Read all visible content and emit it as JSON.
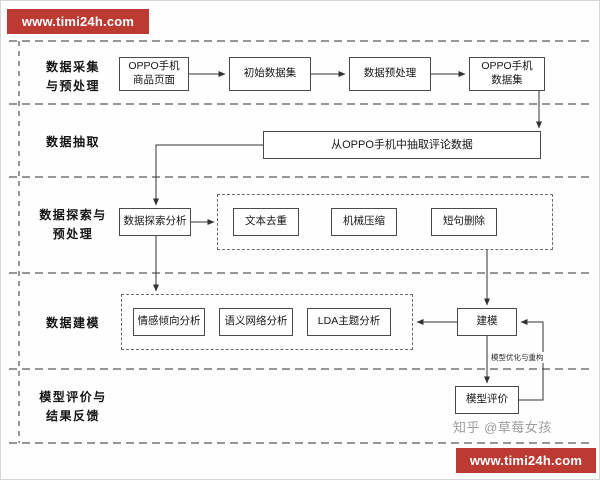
{
  "banners": {
    "top_label": "www.timi24h.com",
    "bottom_label": "www.timi24h.com"
  },
  "watermark": {
    "text": "知乎 @草莓女孩"
  },
  "colors": {
    "banner_red": "#bd3a33",
    "line": "#333333"
  },
  "lanes": [
    {
      "label": "数据采集\n与预处理"
    },
    {
      "label": "数据抽取"
    },
    {
      "label": "数据探索与\n预处理"
    },
    {
      "label": "数据建模"
    },
    {
      "label": "模型评价与\n结果反馈"
    }
  ],
  "nodes": {
    "oppo_page": "OPPO手机\n商品页面",
    "initial_dataset": "初始数据集",
    "preprocess": "数据预处理",
    "oppo_dataset": "OPPO手机\n数据集",
    "extract": "从OPPO手机中抽取评论数据",
    "explore": "数据探索分析",
    "dedupe": "文本去重",
    "compress": "机械压缩",
    "short_delete": "短句删除",
    "sentiment": "情感倾向分析",
    "semantic": "语义网络分析",
    "lda": "LDA主题分析",
    "modeling": "建模",
    "evaluate": "模型评价",
    "optimize_label": "模型优化与重构"
  }
}
